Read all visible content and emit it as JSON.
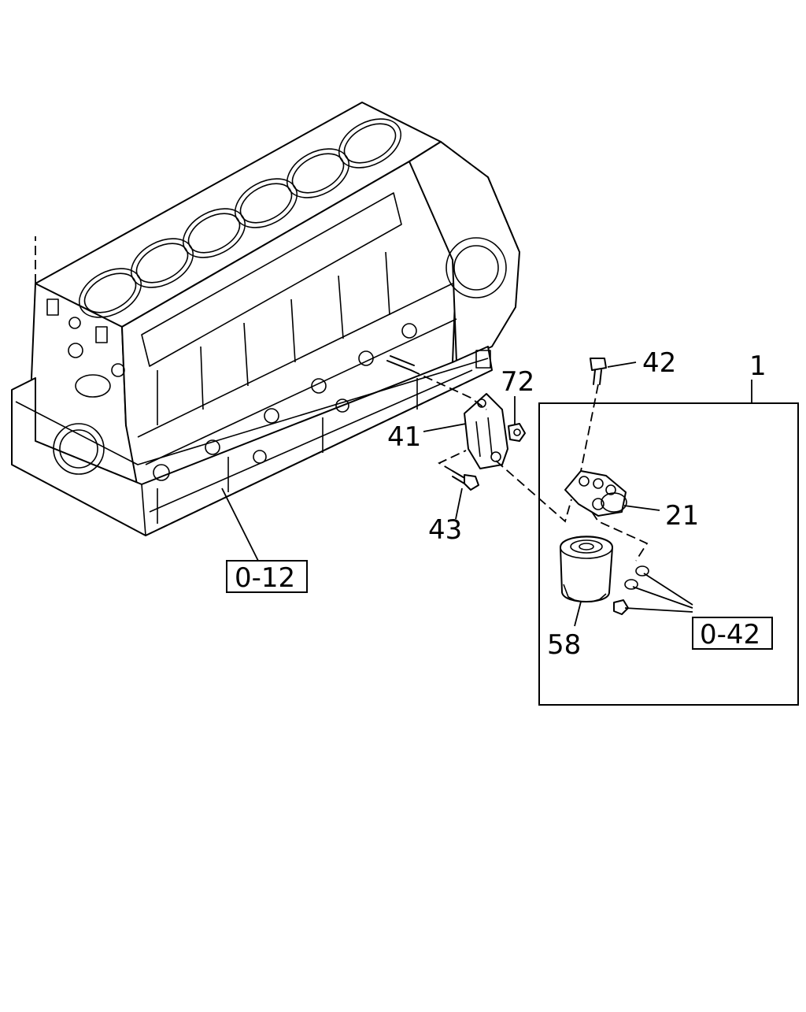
{
  "callouts": {
    "part_1": "1",
    "part_21": "21",
    "part_41": "41",
    "part_42": "42",
    "part_43": "43",
    "part_58": "58",
    "part_72": "72"
  },
  "references": {
    "ref_engine_block": "0-12",
    "ref_filter_hardware": "0-42"
  },
  "colors": {
    "ink": "#000000",
    "paper": "#ffffff"
  }
}
